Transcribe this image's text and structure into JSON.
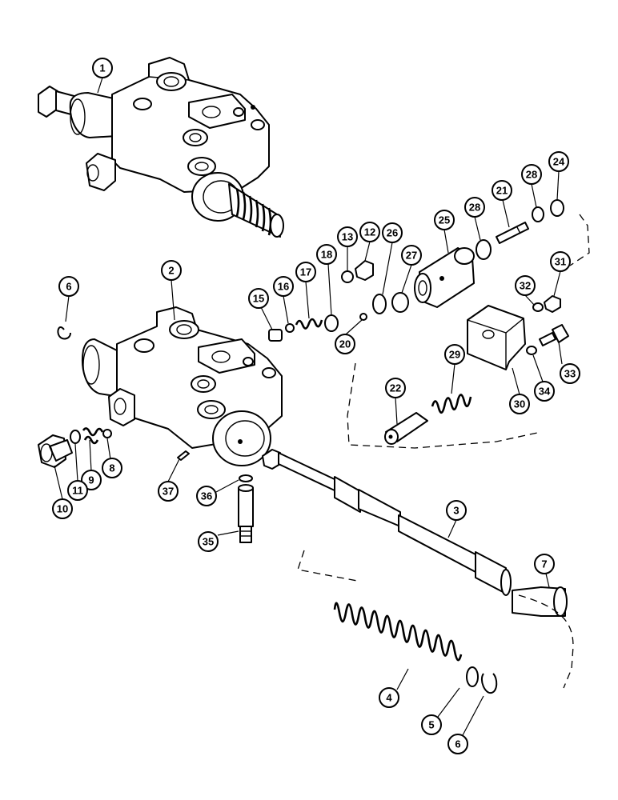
{
  "callouts": [
    {
      "id": "c1",
      "label": "1"
    },
    {
      "id": "c2",
      "label": "2"
    },
    {
      "id": "c3",
      "label": "3"
    },
    {
      "id": "c4",
      "label": "4"
    },
    {
      "id": "c5",
      "label": "5"
    },
    {
      "id": "c6a",
      "label": "6"
    },
    {
      "id": "c6b",
      "label": "6"
    },
    {
      "id": "c7",
      "label": "7"
    },
    {
      "id": "c8",
      "label": "8"
    },
    {
      "id": "c9",
      "label": "9"
    },
    {
      "id": "c10",
      "label": "10"
    },
    {
      "id": "c11",
      "label": "11"
    },
    {
      "id": "c12",
      "label": "12"
    },
    {
      "id": "c13",
      "label": "13"
    },
    {
      "id": "c15",
      "label": "15"
    },
    {
      "id": "c16",
      "label": "16"
    },
    {
      "id": "c17",
      "label": "17"
    },
    {
      "id": "c18",
      "label": "18"
    },
    {
      "id": "c20",
      "label": "20"
    },
    {
      "id": "c21",
      "label": "21"
    },
    {
      "id": "c22",
      "label": "22"
    },
    {
      "id": "c24",
      "label": "24"
    },
    {
      "id": "c25",
      "label": "25"
    },
    {
      "id": "c26",
      "label": "26"
    },
    {
      "id": "c27",
      "label": "27"
    },
    {
      "id": "c28a",
      "label": "28"
    },
    {
      "id": "c28b",
      "label": "28"
    },
    {
      "id": "c29",
      "label": "29"
    },
    {
      "id": "c30",
      "label": "30"
    },
    {
      "id": "c31",
      "label": "31"
    },
    {
      "id": "c32",
      "label": "32"
    },
    {
      "id": "c33",
      "label": "33"
    },
    {
      "id": "c34",
      "label": "34"
    },
    {
      "id": "c35",
      "label": "35"
    },
    {
      "id": "c36",
      "label": "36"
    },
    {
      "id": "c37",
      "label": "37"
    }
  ]
}
